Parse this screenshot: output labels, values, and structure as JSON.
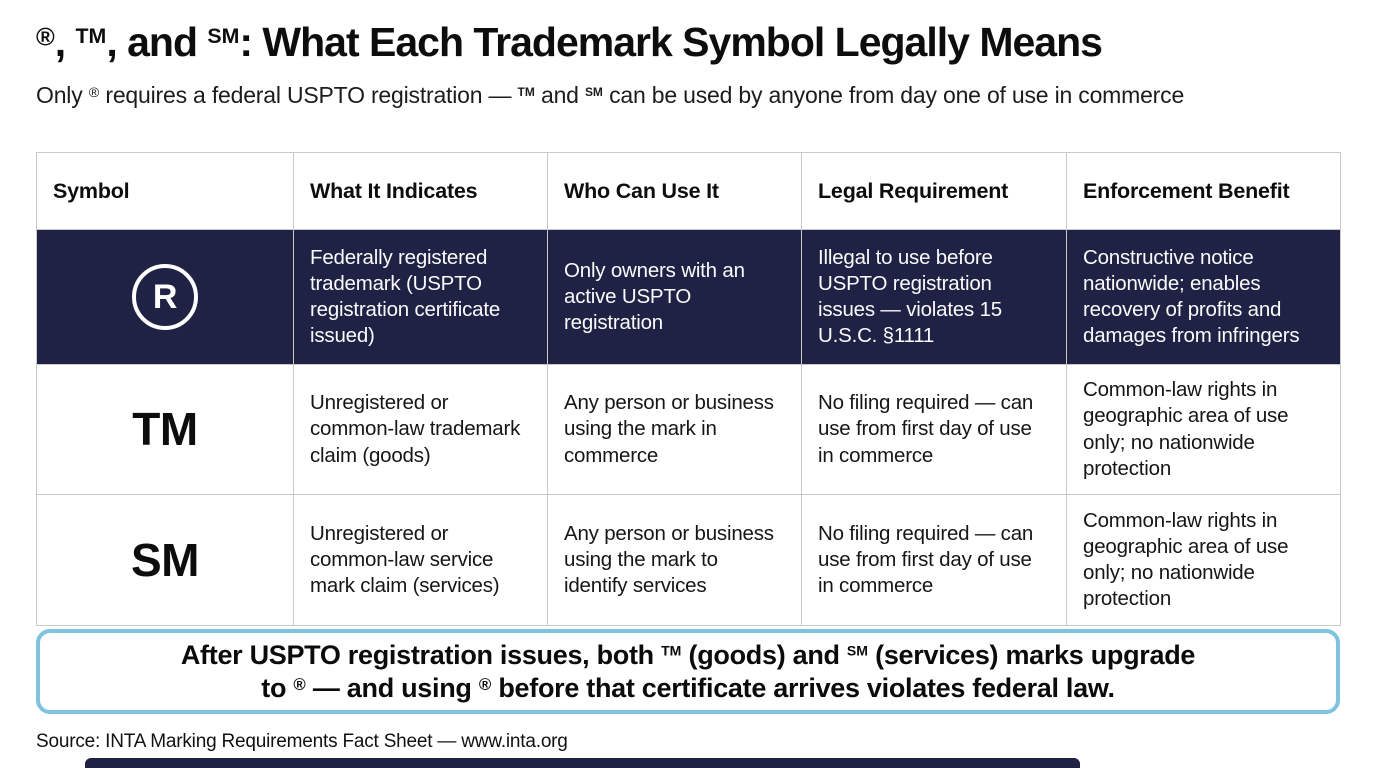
{
  "header": {
    "title": {
      "parts": [
        "®",
        ", ",
        "TM",
        ", and ",
        "SM",
        ": What Each Trademark Symbol Legally Means"
      ]
    },
    "subtitle": {
      "parts": [
        "Only ",
        "®",
        " requires a federal USPTO registration — ",
        "TM",
        " and ",
        "SM",
        " can be used by anyone from day one of use in commerce"
      ]
    }
  },
  "table": {
    "columns": [
      "Symbol",
      "What It Indicates",
      "Who Can Use It",
      "Legal Requirement",
      "Enforcement Benefit"
    ],
    "rows": [
      {
        "symbol": "R",
        "symbol_style": "white-circled-R",
        "indicates": "Federally registered trademark (USPTO registration certificate issued)",
        "who": "Only owners with an active USPTO registration",
        "legal": "Illegal to use before USPTO registration issues — violates 15 U.S.C. §1111",
        "benefit": "Constructive notice nationwide; enables recovery of profits and damages from infringers"
      },
      {
        "symbol": "TM",
        "symbol_style": "bold-black-text",
        "indicates": "Unregistered or common-law trademark claim (goods)",
        "who": "Any person or business using the mark in commerce",
        "legal": "No filing required — can use from first day of use in commerce",
        "benefit": "Common-law rights in geographic area of use only; no nationwide protection"
      },
      {
        "symbol": "SM",
        "symbol_style": "bold-black-text",
        "indicates": "Unregistered or common-law service mark claim (services)",
        "who": "Any person or business using the mark to identify services",
        "legal": "No filing required — can use from first day of use in commerce",
        "benefit": "Common-law rights in geographic area of use only; no nationwide protection"
      }
    ]
  },
  "callout": {
    "line1": {
      "parts": [
        "After USPTO registration issues, both ",
        "TM",
        " (goods) and ",
        "SM",
        " (services) marks upgrade"
      ]
    },
    "line2": {
      "parts": [
        "to ",
        "®",
        " — and using ",
        "®",
        " before that certificate arrives violates federal law."
      ]
    }
  },
  "source": {
    "text": "Source: INTA Marking Requirements Fact Sheet — www.inta.org"
  },
  "colors": {
    "dark_row_bg": "#1f2244",
    "dark_row_text": "#ffffff",
    "callout_border": "#7ec3e0",
    "table_border": "#c9c9c9",
    "heading_text": "#0d0d0d",
    "page_bg": "#ffffff"
  }
}
